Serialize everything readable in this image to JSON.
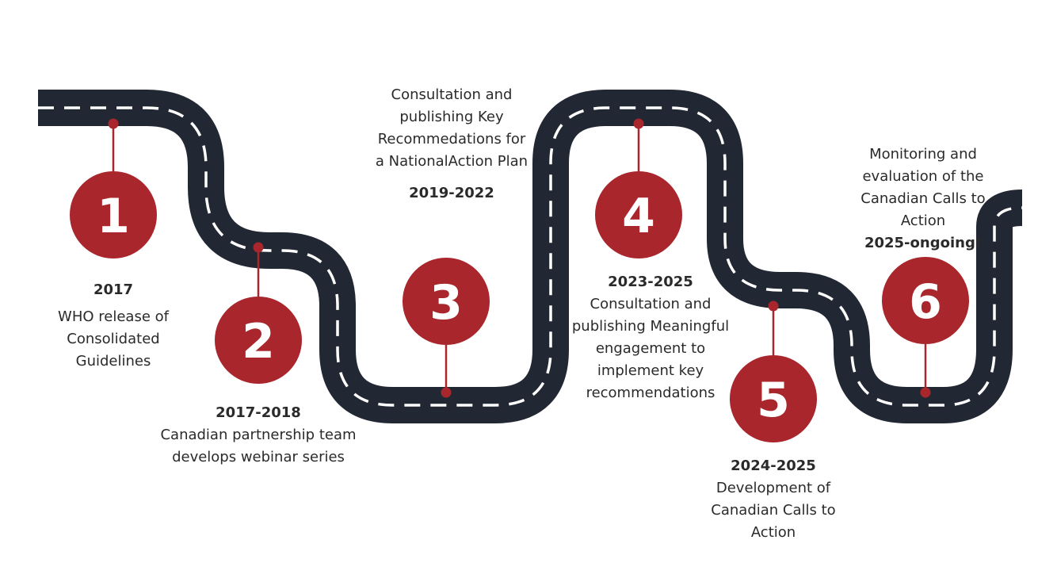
{
  "colors": {
    "road": "#222833",
    "lane": "#ffffff",
    "marker": "#a8262c",
    "text": "#2a2a2a"
  },
  "milestones": [
    {
      "number": "1",
      "year": "2017",
      "description": "WHO release of Consolidated Guidelines"
    },
    {
      "number": "2",
      "year": "2017-2018",
      "description": "Canadian partnership team develops webinar series"
    },
    {
      "number": "3",
      "year": "2019-2022",
      "description": "Consultation and publishing Key Recommedations for a NationalAction Plan"
    },
    {
      "number": "4",
      "year": "2023-2025",
      "description": "Consultation and publishing Meaningful engagement to implement key recommendations"
    },
    {
      "number": "5",
      "year": "2024-2025",
      "description": "Development of Canadian Calls to Action"
    },
    {
      "number": "6",
      "year": "2025-ongoing!",
      "description": "Monitoring and evaluation of the Canadian Calls to Action"
    }
  ]
}
